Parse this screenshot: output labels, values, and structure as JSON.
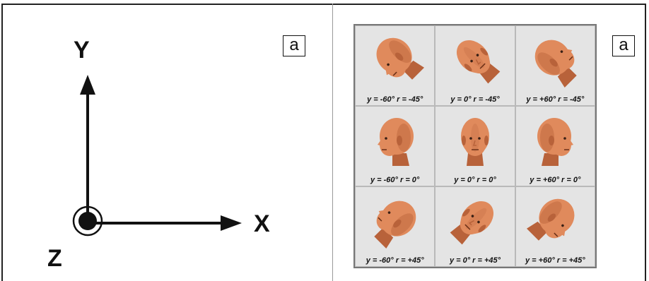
{
  "left_panel": {
    "label": "a",
    "axis_x": "X",
    "axis_y": "Y",
    "axis_z": "Z"
  },
  "right_panel": {
    "label": "a",
    "cells": [
      {
        "caption": "y = -60°  r = -45°",
        "yaw": -60,
        "roll": -45
      },
      {
        "caption": "y = 0°  r = -45°",
        "yaw": 0,
        "roll": -45
      },
      {
        "caption": "y = +60°  r = -45°",
        "yaw": 60,
        "roll": -45
      },
      {
        "caption": "y = -60°  r = 0°",
        "yaw": -60,
        "roll": 0
      },
      {
        "caption": "y = 0°  r = 0°",
        "yaw": 0,
        "roll": 0
      },
      {
        "caption": "y = +60°  r = 0°",
        "yaw": 60,
        "roll": 0
      },
      {
        "caption": "y = -60°  r = +45°",
        "yaw": -60,
        "roll": 45
      },
      {
        "caption": "y = 0°  r = +45°",
        "yaw": 0,
        "roll": 45
      },
      {
        "caption": "y = +60°  r = +45°",
        "yaw": 60,
        "roll": 45
      }
    ]
  },
  "colors": {
    "skin": "#e08a5c",
    "skin_shade": "#b8623a",
    "cell_bg": "#e4e4e4",
    "line": "#111111"
  }
}
